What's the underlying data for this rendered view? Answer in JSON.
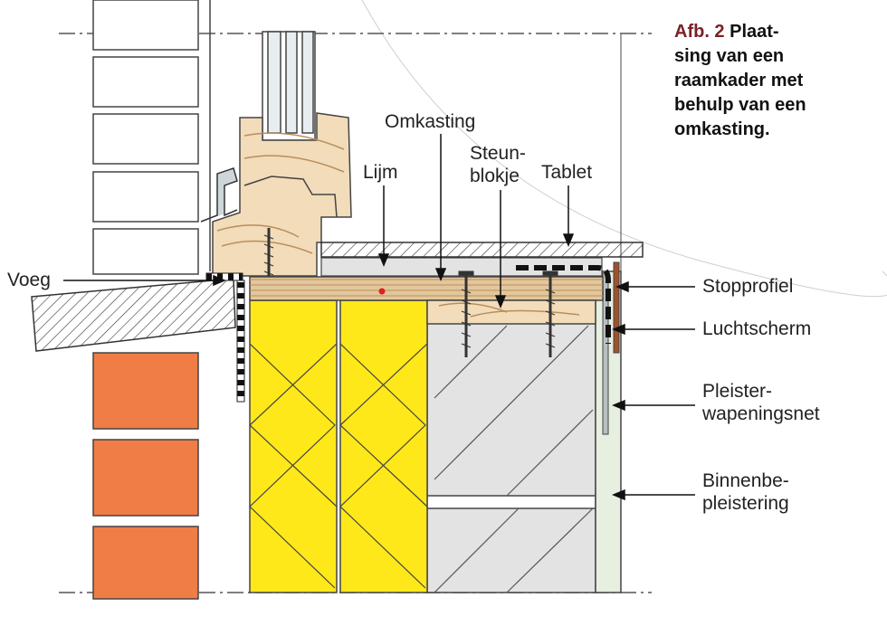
{
  "caption": {
    "figure_number": "Afb. 2",
    "text": "Plaat-\nsing van een\nraamkader met\nbehulp van een\nomkasting."
  },
  "labels": {
    "voeg": "Voeg",
    "lijm": "Lijm",
    "omkasting": "Omkasting",
    "steunblokje": "Steun-\nblokje",
    "tablet": "Tablet",
    "stopprofiel": "Stopprofiel",
    "luchtscherm": "Luchtscherm",
    "pleisterwapeningsnet": "Pleister-\nwapeningsnet",
    "binnenbepleistering": "Binnenbe-\npleistering"
  },
  "colors": {
    "brick": "#ef7d45",
    "insulation": "#ffe81a",
    "wood": "#f2dcba",
    "plywood": "#e3c79c",
    "concrete": "#e3e3e3",
    "plaster": "#e6efe0",
    "caption_accent": "#7a2226",
    "marker": "#e02020"
  }
}
